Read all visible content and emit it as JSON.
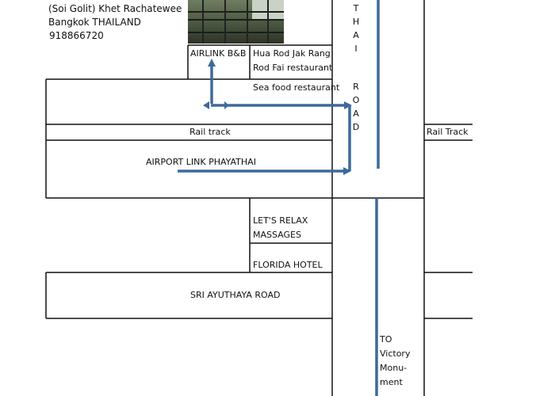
{
  "address": {
    "line1": "(Soi Golit) Khet Rachatewee",
    "line2": "Bangkok THAILAND",
    "phone": "918866720"
  },
  "labels": {
    "airlink": "AIRLINK B&B",
    "restaurant_1": "Hua Rod Jak Rang",
    "restaurant_2": "Rod Fai restaurant",
    "seafood": "Sea food restaurant",
    "rail_left": "Rail track",
    "rail_right": "Rail Track",
    "airport": "AIRPORT LINK PHAYATHAI",
    "relax_1": "LET'S RELAX",
    "relax_2": "MASSAGES",
    "florida": "FLORIDA HOTEL",
    "sri": "SRI AYUTHAYA ROAD",
    "victory_1": "TO",
    "victory_2": "Victory",
    "victory_3": "Monu-",
    "victory_4": "ment"
  },
  "road_vertical_upper": [
    "T",
    "H",
    "A",
    "I"
  ],
  "road_vertical_lower": [
    "R",
    "O",
    "A",
    "D"
  ],
  "colors": {
    "route": "#3d6a9c",
    "lines": "#111111",
    "photo": "#4a5740"
  }
}
